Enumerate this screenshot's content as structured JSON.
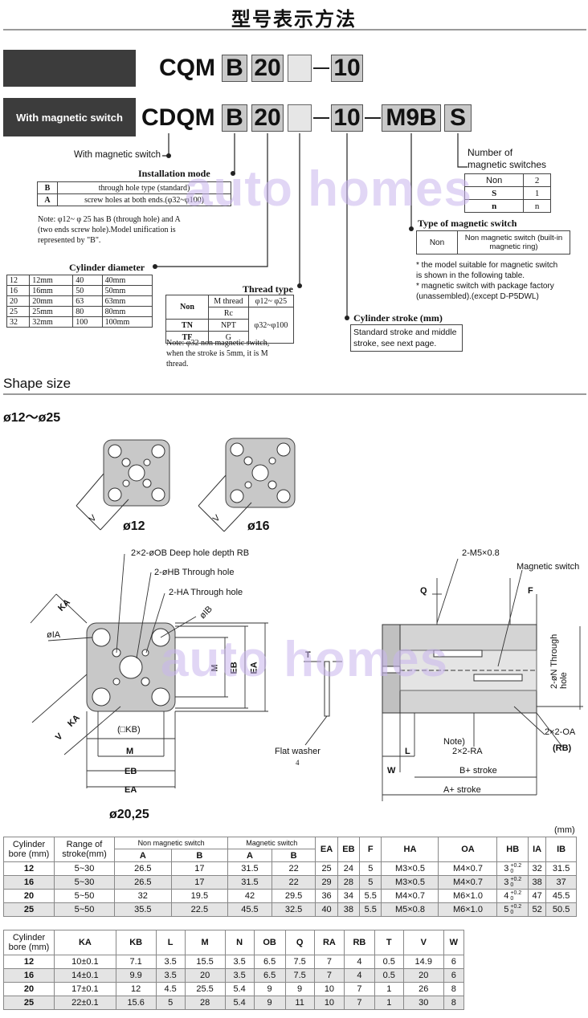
{
  "header": {
    "title": "型号表示方法"
  },
  "model": {
    "row1_label": "",
    "row2_label": "With magnetic switch",
    "row1_prefix": "CQM",
    "row2_prefix": "CDQM",
    "mount": "B",
    "bore": "20",
    "dash": "—",
    "stroke": "10",
    "switch_code": "M9B",
    "switch_count": "S"
  },
  "watermark": "auto homes",
  "callouts": {
    "with_switch": "With magnetic switch",
    "installation_mode": "Installation mode",
    "installation_rows": [
      {
        "code": "B",
        "desc": "through hole type (standard)"
      },
      {
        "code": "A",
        "desc": "screw holes at both ends.(φ32~φ100)"
      }
    ],
    "installation_note": [
      "Note: φ12~ φ 25 has B (through hole) and A",
      "(two ends screw hole).Model unification is",
      "represented by \"B\"."
    ],
    "cylinder_diameter": "Cylinder diameter",
    "diameter_rows": [
      [
        "12",
        "12mm",
        "40",
        "40mm"
      ],
      [
        "16",
        "16mm",
        "50",
        "50mm"
      ],
      [
        "20",
        "20mm",
        "63",
        "63mm"
      ],
      [
        "25",
        "25mm",
        "80",
        "80mm"
      ],
      [
        "32",
        "32mm",
        "100",
        "100mm"
      ]
    ],
    "thread_type": "Thread type",
    "thread_rows": [
      {
        "code": "Non",
        "name": "M thread",
        "range": "φ12~ φ25"
      },
      {
        "code": "",
        "name": "Rc",
        "range": ""
      },
      {
        "code": "TN",
        "name": "NPT",
        "range": "φ32~φ100"
      },
      {
        "code": "TF",
        "name": "G",
        "range": ""
      }
    ],
    "thread_note": [
      "Note: φ32 non magnetic switch,",
      "when the stroke is 5mm, it is M",
      "thread."
    ],
    "stroke_title": "Cylinder stroke (mm)",
    "stroke_desc": [
      "Standard stroke and middle",
      "stroke, see next page."
    ],
    "num_switches_title": [
      "Number of",
      "magnetic switches"
    ],
    "num_switches_rows": [
      [
        "Non",
        "2"
      ],
      [
        "S",
        "1"
      ],
      [
        "n",
        "n"
      ]
    ],
    "switch_type_title": "Type of magnetic switch",
    "switch_type_rows": [
      [
        "Non",
        "Non magnetic switch (built-in magnetic ring)"
      ]
    ],
    "switch_notes": [
      "* the model suitable for magnetic switch",
      "is shown in the following table.",
      "* magnetic switch with package factory",
      "(unassembled).(except D-P5DWL)"
    ]
  },
  "shape": {
    "title": "Shape size",
    "range": "ø12～ø25",
    "label_12": "ø12",
    "label_16": "ø16",
    "label_2025": "ø20,25",
    "dims": {
      "ob": "2×2-øOB Deep hole depth RB",
      "hb": "2-øHB Through hole",
      "ha": "2-HA Through hole",
      "ib": "øIB",
      "ia": "øIA",
      "ka": "KA",
      "m": "M",
      "eb": "EB",
      "ea": "EA",
      "kb": "(□KB)",
      "v": "V",
      "t": "T",
      "flat_washer": "Flat washer",
      "washer_qty": "4",
      "m5": "2-M5×0.8",
      "mag_switch": "Magnetic switch",
      "q": "Q",
      "f": "F",
      "n": "2-øN Through hole",
      "oa": "2×2-OA",
      "rb": "(RB)",
      "note": "Note)",
      "ra": "2×2-RA",
      "w": "W",
      "l": "L",
      "bstroke": "B+ stroke",
      "astroke": "A+ stroke"
    }
  },
  "unit": "(mm)",
  "table1": {
    "headers": {
      "bore": "Cylinder bore (mm)",
      "range": "Range of stroke(mm)",
      "nonmag": "Non magnetic switch",
      "mag": "Magnetic switch",
      "cols": [
        "A",
        "B",
        "A",
        "B",
        "EA",
        "EB",
        "F",
        "HA",
        "OA",
        "HB",
        "IA",
        "IB"
      ]
    },
    "rows": [
      [
        "12",
        "5~30",
        "26.5",
        "17",
        "31.5",
        "22",
        "25",
        "24",
        "5",
        "M3×0.5",
        "M4×0.7",
        "3",
        "32",
        "31.5"
      ],
      [
        "16",
        "5~30",
        "26.5",
        "17",
        "31.5",
        "22",
        "29",
        "28",
        "5",
        "M3×0.5",
        "M4×0.7",
        "3",
        "38",
        "37"
      ],
      [
        "20",
        "5~50",
        "32",
        "19.5",
        "42",
        "29.5",
        "36",
        "34",
        "5.5",
        "M4×0.7",
        "M6×1.0",
        "4",
        "47",
        "45.5"
      ],
      [
        "25",
        "5~50",
        "35.5",
        "22.5",
        "45.5",
        "32.5",
        "40",
        "38",
        "5.5",
        "M5×0.8",
        "M6×1.0",
        "5",
        "52",
        "50.5"
      ]
    ],
    "tol_upper": "+0.2",
    "tol_lower": "0"
  },
  "table2": {
    "headers": [
      "Cylinder bore (mm)",
      "KA",
      "KB",
      "L",
      "M",
      "N",
      "OB",
      "Q",
      "RA",
      "RB",
      "T",
      "V",
      "W"
    ],
    "rows": [
      [
        "12",
        "10±0.1",
        "7.1",
        "3.5",
        "15.5",
        "3.5",
        "6.5",
        "7.5",
        "7",
        "4",
        "0.5",
        "14.9",
        "6"
      ],
      [
        "16",
        "14±0.1",
        "9.9",
        "3.5",
        "20",
        "3.5",
        "6.5",
        "7.5",
        "7",
        "4",
        "0.5",
        "20",
        "6"
      ],
      [
        "20",
        "17±0.1",
        "12",
        "4.5",
        "25.5",
        "5.4",
        "9",
        "9",
        "10",
        "7",
        "1",
        "26",
        "8"
      ],
      [
        "25",
        "22±0.1",
        "15.6",
        "5",
        "28",
        "5.4",
        "9",
        "11",
        "10",
        "7",
        "1",
        "30",
        "8"
      ]
    ]
  }
}
